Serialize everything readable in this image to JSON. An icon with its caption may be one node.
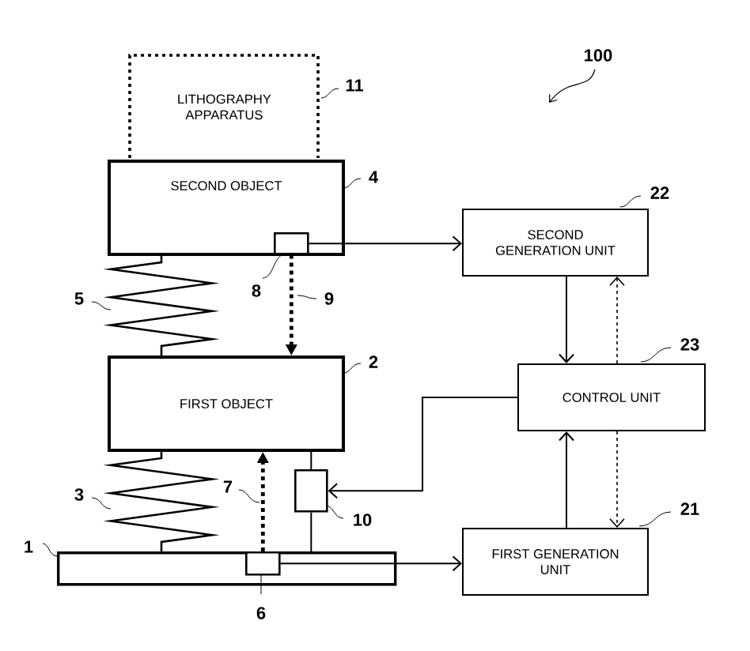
{
  "diagram": {
    "nodes": [
      {
        "text": [
          "LITHOGRAPHY APPARATUS"
        ],
        "beside": [
          "11"
        ]
      },
      {
        "text": [
          "SECOND OBJECT"
        ],
        "beside": [
          "4"
        ]
      },
      {
        "text": [],
        "shape": "box",
        "in": 1,
        "beside": [
          "8"
        ]
      },
      {
        "text": [
          "SECOND GENERATION UNIT"
        ],
        "beside": [
          "22"
        ]
      },
      {
        "text": [
          "FIRST OBJECT"
        ],
        "beside": [
          "2"
        ]
      },
      {
        "text": [
          "CONTROL UNIT"
        ],
        "beside": [
          "23"
        ]
      },
      {
        "text": [],
        "shape": "box",
        "beside": [
          "10"
        ]
      },
      {
        "text": [],
        "shape": "bar",
        "beside": [
          "1"
        ]
      },
      {
        "text": [],
        "shape": "box",
        "in": 7,
        "beside": [
          "6"
        ]
      },
      {
        "text": [
          "FIRST GENERATION UNIT"
        ],
        "beside": [
          "21"
        ]
      }
    ],
    "edges": [
      {
        "from": 2,
        "to": 3,
        "arrow": "to"
      },
      {
        "from": 8,
        "to": 9,
        "arrow": "to"
      },
      {
        "from": 3,
        "to": 5,
        "arrow": "to"
      },
      {
        "from": 9,
        "to": 5,
        "arrow": "to"
      },
      {
        "from": 5,
        "to": 3,
        "arrow": "to",
        "style": "dashed"
      },
      {
        "from": 5,
        "to": 9,
        "arrow": "to",
        "style": "dashed"
      },
      {
        "from": 5,
        "to": 6,
        "arrow": "to"
      },
      {
        "from": 2,
        "to": 4,
        "arrow": "to",
        "style": "dashed"
      },
      {
        "from": 8,
        "to": 4,
        "arrow": "to",
        "style": "dashed"
      },
      {
        "from": 4,
        "to": 6,
        "arrow": "none"
      },
      {
        "from": 6,
        "to": 7,
        "arrow": "none"
      }
    ],
    "labels": [
      "100",
      "5",
      "9",
      "3",
      "7"
    ]
  }
}
